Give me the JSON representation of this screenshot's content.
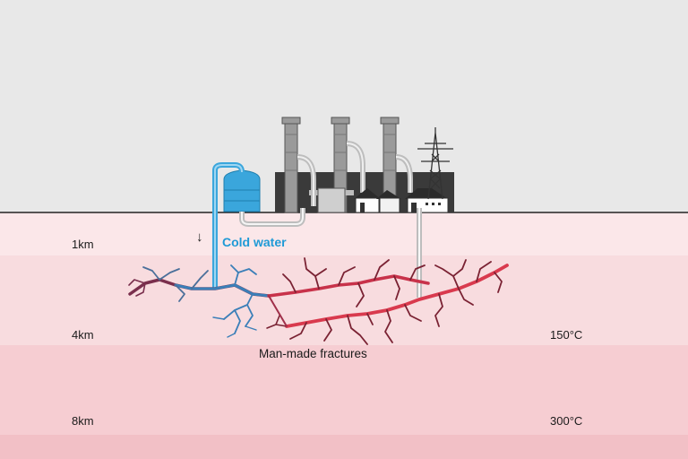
{
  "labels": {
    "depth_1km": "1km",
    "depth_4km": "4km",
    "depth_8km": "8km",
    "temp_150": "150°C",
    "temp_300": "300°C",
    "cold_water": "Cold water",
    "fractures": "Man-made fractures",
    "down_arrow": "↓"
  },
  "colors": {
    "sky": "#e8e8e8",
    "layer_1": "#fbe7e9",
    "layer_2": "#f8dcdf",
    "layer_3": "#f6cdd2",
    "layer_4": "#f2c0c6",
    "cold_blue": "#3aa6dc",
    "hot_red": "#d93a4e",
    "plant_dark": "#3a3a3a",
    "plant_gray": "#9a9a9a"
  },
  "icons": [
    "power-plant-icon",
    "water-tank-icon",
    "pylon-icon",
    "house-icon",
    "down-arrow-icon"
  ]
}
